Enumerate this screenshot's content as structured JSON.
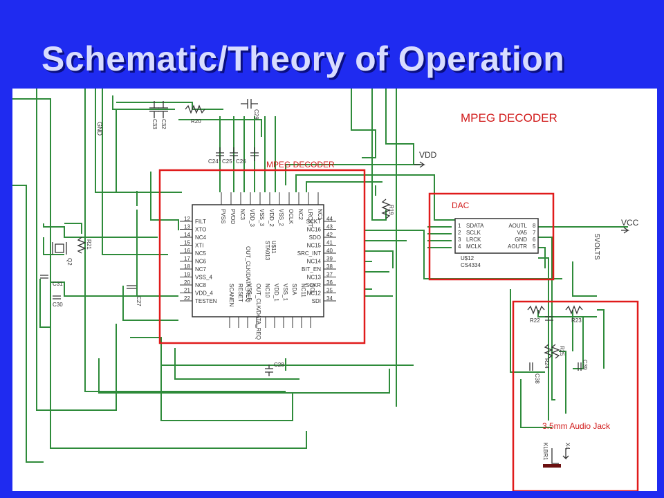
{
  "slide": {
    "title": "Schematic/Theory of Operation"
  },
  "colors": {
    "background": "#1f2bf0",
    "wire": "#2e8b3a",
    "highlight": "#e01b1b",
    "component": "#333333"
  },
  "annotations": {
    "mpeg_decoder_main": "MPEG DECODER",
    "mpeg_decoder_box": "MPEG DECODER",
    "dac": "DAC",
    "audio_jack": "3.5mm Audio Jack"
  },
  "nets": {
    "vdd": "VDD",
    "vcc": "VCC",
    "volts": "5VOLTS",
    "gnd": "GND"
  },
  "decoder_chip": {
    "part": "U$11",
    "name": "STA013",
    "left_pins": [
      "FILT",
      "XTO",
      "NC4",
      "XTI",
      "NC5",
      "NC6",
      "NC7",
      "VSS_4",
      "NC8",
      "VDD_4",
      "TESTEN"
    ],
    "left_nums": [
      "12",
      "13",
      "14",
      "15",
      "16",
      "17",
      "18",
      "19",
      "20",
      "21",
      "22"
    ],
    "right_pins": [
      "SCKT",
      "NC16",
      "SDO",
      "NC15",
      "SRC_INT",
      "NC14",
      "BIT_EN",
      "NC13",
      "SCKR",
      "NC12",
      "SDI"
    ],
    "right_nums": [
      "44",
      "43",
      "42",
      "41",
      "40",
      "39",
      "38",
      "37",
      "36",
      "35",
      "34"
    ],
    "top_pins": [
      "PVSS",
      "PVDD",
      "NC3",
      "VDD_3",
      "VSS_3",
      "VDD_2",
      "VSS_2",
      "OCLK",
      "NC2",
      "LRCKT",
      "NC1"
    ],
    "bottom_pins": [
      "SCANEN",
      "RESET",
      "VSS_5",
      "OUT_CLK/DATA_REQ",
      "NC10",
      "VDD_1",
      "VSS_1",
      "SDA",
      "NC11",
      "SCL"
    ],
    "center_label": "OUT_CLK/DATA_REQ"
  },
  "dac_chip": {
    "part": "U$12",
    "name": "CS4334",
    "left_pins": [
      "SDATA",
      "SCLK",
      "LRCK",
      "MCLK"
    ],
    "right_pins": [
      "AOUTL",
      "VA5",
      "GND",
      "AOUTR"
    ],
    "left_nums": [
      "1",
      "2",
      "3",
      "4"
    ],
    "right_nums": [
      "8",
      "7",
      "6",
      "5"
    ]
  },
  "components": {
    "caps": [
      "C33",
      "C32",
      "C29",
      "C24",
      "C25",
      "C26",
      "C31",
      "C30",
      "C27",
      "C28",
      "C38",
      "C39"
    ],
    "resistors": [
      "R20",
      "R19",
      "R21",
      "R22",
      "R23",
      "R24",
      "R25"
    ],
    "crystal": "Q2",
    "jack": "KLBR1",
    "jack_part": "X4"
  }
}
